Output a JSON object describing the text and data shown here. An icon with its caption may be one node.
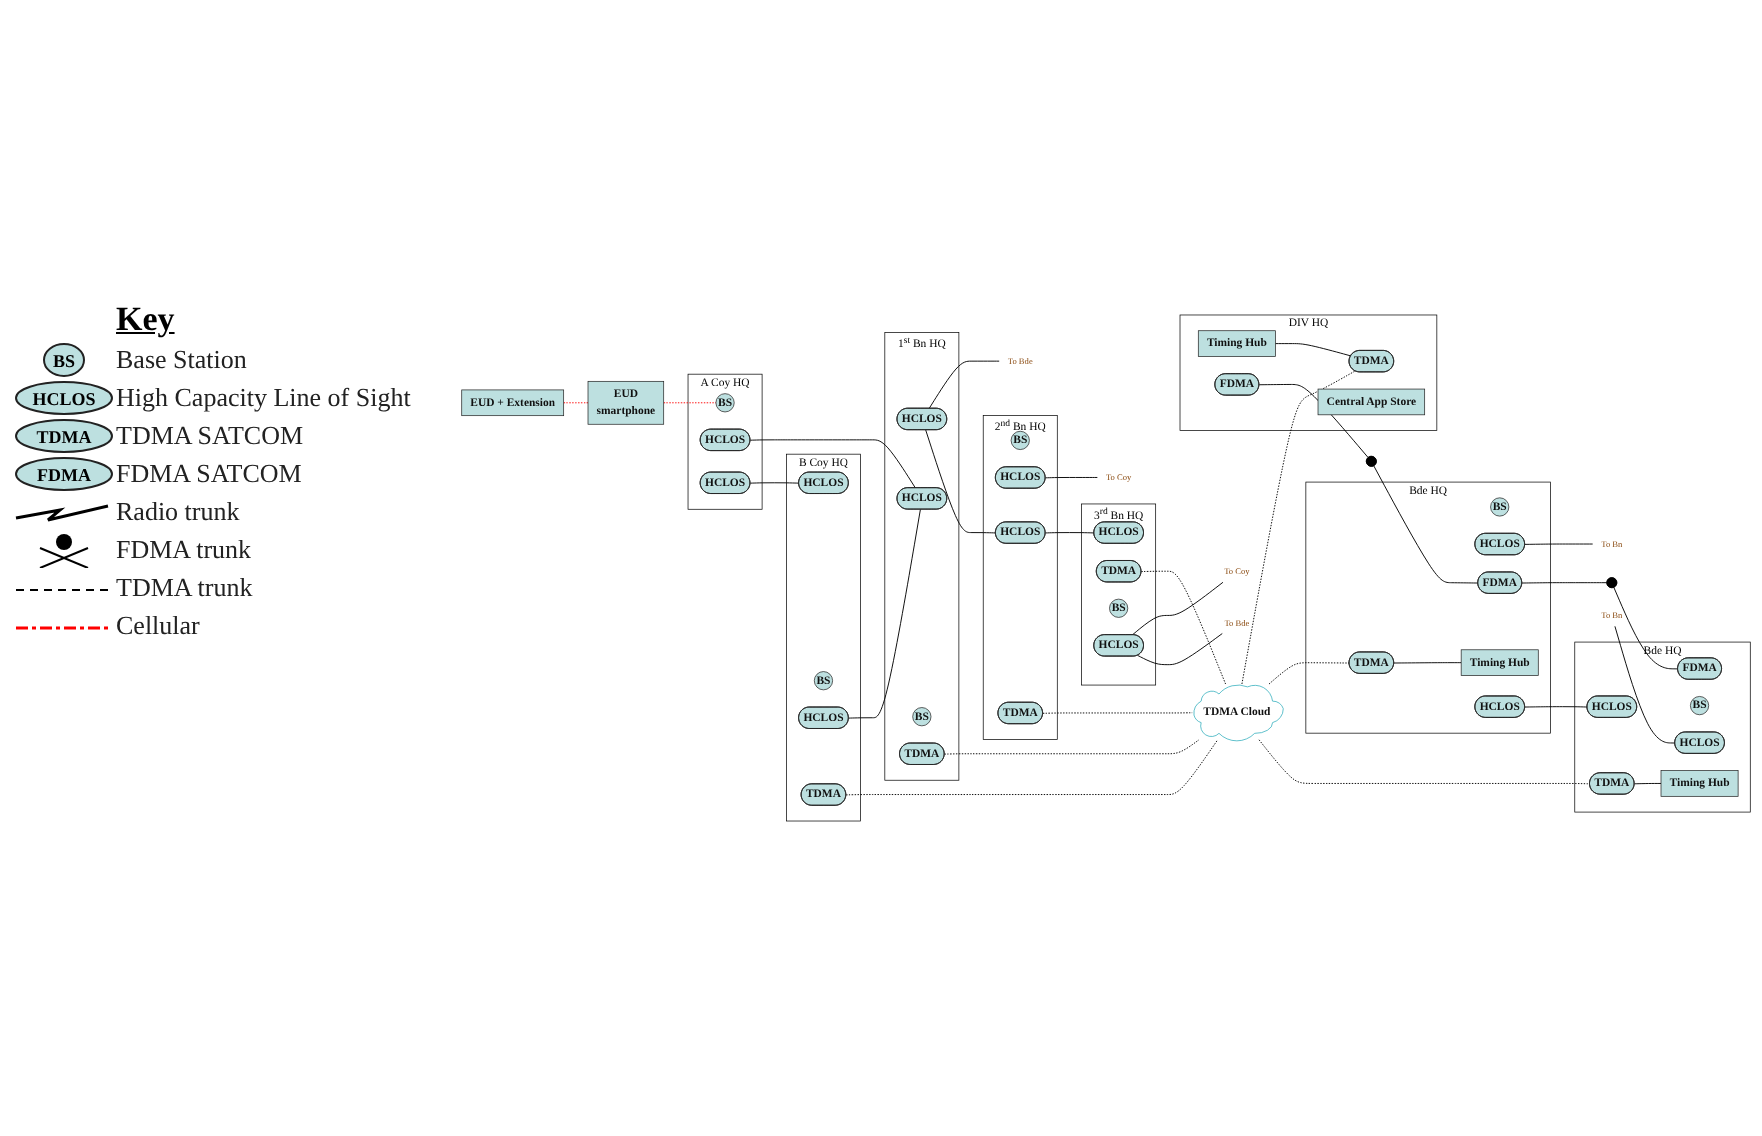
{
  "diagram": {
    "nodes": [
      {
        "text": [
          "EUD + Extension"
        ]
      },
      {
        "text": [
          "EUD",
          "smartphone"
        ]
      },
      {
        "text": [
          "A Coy HQ"
        ]
      },
      {
        "text": [
          "BS"
        ],
        "in": 2
      },
      {
        "text": [
          "HCLOS"
        ],
        "in": 2
      },
      {
        "text": [
          "HCLOS"
        ],
        "in": 2
      },
      {
        "text": [
          "1$^{st}$ Bn HQ"
        ]
      },
      {
        "text": [
          "HCLOS"
        ],
        "in": 6
      },
      {
        "text": [
          "HCLOS"
        ],
        "in": 6
      },
      {
        "text": [
          "BS"
        ],
        "in": 6
      },
      {
        "text": [
          "TDMA"
        ],
        "in": 6
      },
      {
        "text": [
          "To Bde"
        ]
      },
      {
        "text": [
          "2$^{nd}$ Bn HQ"
        ]
      },
      {
        "text": [
          "BS"
        ],
        "in": 12
      },
      {
        "text": [
          "HCLOS"
        ],
        "in": 12
      },
      {
        "text": [
          "HCLOS"
        ],
        "in": 12
      },
      {
        "text": [
          "TDMA"
        ],
        "in": 12
      },
      {
        "text": [
          "To Coy"
        ]
      },
      {
        "text": [
          "3$^{rd}$ Bn HQ"
        ]
      },
      {
        "text": [
          "HCLOS"
        ],
        "in": 18
      },
      {
        "text": [
          "TDMA"
        ],
        "in": 18
      },
      {
        "text": [
          "BS"
        ],
        "in": 18
      },
      {
        "text": [
          "HCLOS"
        ],
        "in": 18
      },
      {
        "text": [
          "To Coy"
        ]
      },
      {
        "text": [
          "To Bde"
        ]
      },
      {
        "text": [
          "B Coy HQ"
        ]
      },
      {
        "text": [
          "HCLOS"
        ],
        "in": 25
      },
      {
        "text": [
          "BS"
        ],
        "in": 25
      },
      {
        "text": [
          "HCLOS"
        ],
        "in": 25
      },
      {
        "text": [
          "TDMA"
        ],
        "in": 25
      },
      {
        "text": [
          "TDMA Cloud"
        ]
      },
      {
        "text": [
          "Bde HQ"
        ]
      },
      {
        "text": [
          "BS"
        ],
        "in": 31
      },
      {
        "text": [
          "HCLOS"
        ],
        "in": 31
      },
      {
        "text": [
          "TDMA"
        ],
        "in": 31
      },
      {
        "text": [
          "Timing Hub"
        ],
        "in": 31
      },
      {
        "text": [
          "FDMA"
        ],
        "in": 31
      },
      {
        "text": [
          "HCLOS"
        ],
        "in": 31
      },
      {
        "text": [
          "To Bn"
        ]
      },
      {
        "text": [
          "Bde HQ"
        ]
      },
      {
        "text": [
          "TDMA"
        ],
        "in": 39
      },
      {
        "text": [
          "HCLOS"
        ],
        "in": 39
      },
      {
        "text": [
          "BS"
        ],
        "in": 39
      },
      {
        "text": [
          "Timing Hub"
        ],
        "in": 39
      },
      {
        "text": [
          "FDMA"
        ],
        "in": 39
      },
      {
        "text": [
          "HCLOS"
        ],
        "in": 39
      },
      {
        "text": [
          "To Bn"
        ]
      },
      {
        "text": [
          "DIV HQ"
        ]
      },
      {
        "text": [
          "Timing Hub"
        ],
        "in": 47
      },
      {
        "text": [
          "TDMA"
        ],
        "in": 47
      },
      {
        "text": [
          "FDMA"
        ],
        "in": 47
      },
      {
        "text": [
          "Central App Store"
        ],
        "in": 47
      },
      {
        "text": [],
        "shape": "circle"
      },
      {
        "text": [],
        "shape": "circle"
      }
    ],
    "edges": [
      {
        "from": 0,
        "to": 1,
        "arrow": "none",
        "style": "dashed",
        "color": "#ff0000"
      },
      {
        "from": 1,
        "to": 3,
        "arrow": "none",
        "style": "dashed",
        "color": "#ff0000"
      },
      {
        "from": 4,
        "to": 8,
        "arrow": "none"
      },
      {
        "from": 5,
        "to": 26,
        "arrow": "none"
      },
      {
        "from": 28,
        "to": 8,
        "arrow": "none"
      },
      {
        "from": 7,
        "to": 11,
        "arrow": "none"
      },
      {
        "from": 7,
        "to": 15,
        "arrow": "none"
      },
      {
        "from": 14,
        "to": 17,
        "arrow": "none"
      },
      {
        "from": 15,
        "to": 19,
        "arrow": "none"
      },
      {
        "from": 22,
        "to": 23,
        "arrow": "none"
      },
      {
        "from": 22,
        "to": 24,
        "arrow": "none"
      },
      {
        "from": 10,
        "to": 30,
        "arrow": "none",
        "style": "dashed"
      },
      {
        "from": 16,
        "to": 30,
        "arrow": "none",
        "style": "dashed"
      },
      {
        "from": 20,
        "to": 30,
        "arrow": "none",
        "style": "dashed"
      },
      {
        "from": 29,
        "to": 30,
        "arrow": "none",
        "style": "dashed"
      },
      {
        "from": 30,
        "to": 49,
        "arrow": "none",
        "style": "dashed"
      },
      {
        "from": 30,
        "to": 34,
        "arrow": "none",
        "style": "dashed"
      },
      {
        "from": 30,
        "to": 40,
        "arrow": "none",
        "style": "dashed"
      },
      {
        "from": 33,
        "to": 38,
        "arrow": "none"
      },
      {
        "from": 41,
        "to": 46,
        "arrow": "none"
      },
      {
        "from": 34,
        "to": 35,
        "arrow": "none"
      },
      {
        "from": 40,
        "to": 43,
        "arrow": "none"
      },
      {
        "from": 48,
        "to": 49,
        "arrow": "none"
      },
      {
        "from": 50,
        "to": 52,
        "arrow": "none"
      },
      {
        "from": 52,
        "to": 36,
        "arrow": "none"
      },
      {
        "from": 36,
        "to": 53,
        "arrow": "none"
      },
      {
        "from": 53,
        "to": 44,
        "arrow": "none"
      },
      {
        "from": 37,
        "to": 45,
        "arrow": "none"
      }
    ],
    "labels": [
      "Key",
      "BS",
      "HCLOS",
      "TDMA",
      "FDMA"
    ],
    "legend": [
      {
        "text": "Base Station"
      },
      {
        "text": "High Capacity Line of Sight"
      },
      {
        "text": "TDMA SATCOM"
      },
      {
        "text": "FDMA SATCOM"
      },
      {
        "text": "Radio trunk"
      },
      {
        "text": "FDMA trunk"
      },
      {
        "text": "TDMA trunk"
      },
      {
        "text": "Cellular"
      }
    ]
  }
}
